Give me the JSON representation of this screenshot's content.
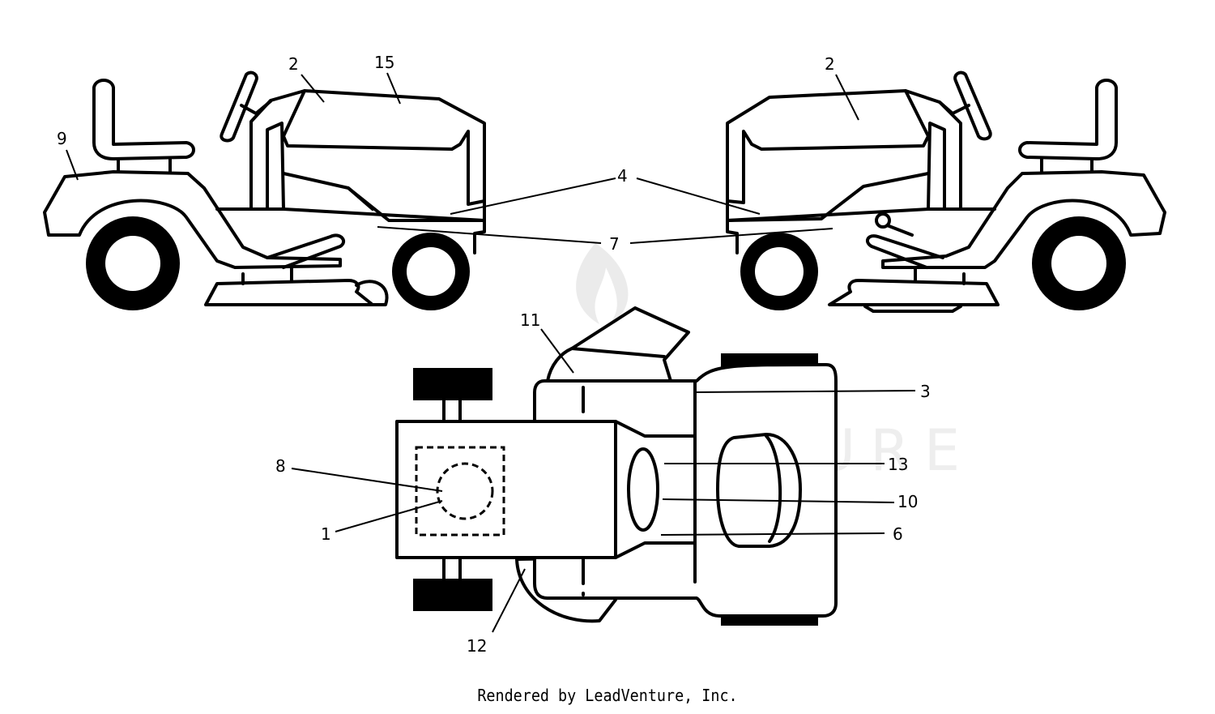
{
  "footer": "Rendered by LeadVenture, Inc.",
  "watermark": {
    "text": "LEADVENTURE",
    "color": "#cfcfcf"
  },
  "callouts": {
    "left_side": [
      "9",
      "2",
      "15",
      "4",
      "7"
    ],
    "right_side": [
      "2",
      "4",
      "7"
    ],
    "top_view": [
      "11",
      "3",
      "13",
      "10",
      "6",
      "8",
      "1",
      "12"
    ]
  },
  "labels": {
    "c1": "1",
    "c2a": "2",
    "c2b": "2",
    "c3": "3",
    "c4": "4",
    "c6": "6",
    "c7": "7",
    "c8": "8",
    "c9": "9",
    "c10": "10",
    "c11": "11",
    "c12": "12",
    "c13": "13",
    "c15": "15"
  }
}
